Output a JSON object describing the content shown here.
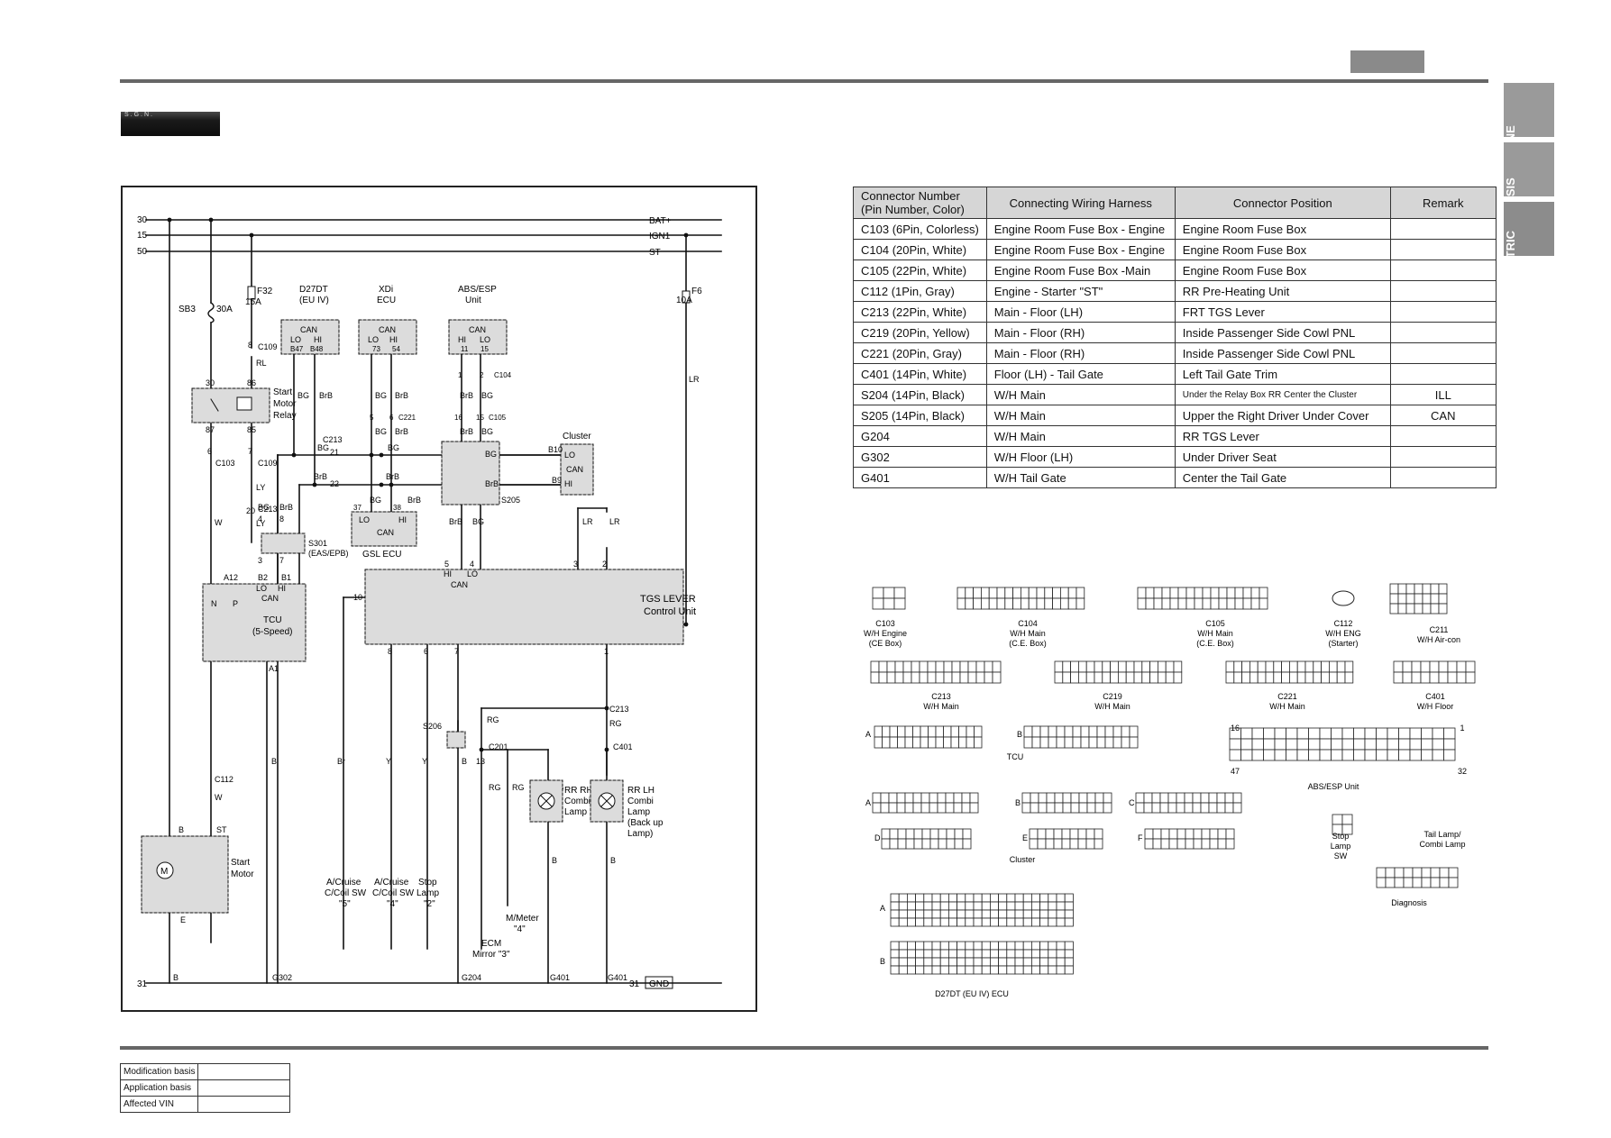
{
  "side_tabs": [
    {
      "label": "ENGINE"
    },
    {
      "label": "CHASSIS"
    },
    {
      "label": "ELECTRIC"
    }
  ],
  "logo_text": "S.G.N.",
  "footer": {
    "rows": [
      {
        "label": "Modification basis",
        "value": ""
      },
      {
        "label": "Application basis",
        "value": ""
      },
      {
        "label": "Affected VIN",
        "value": ""
      }
    ]
  },
  "table": {
    "headers": [
      "Connector Number (Pin Number, Color)",
      "Connecting Wiring Harness",
      "Connector Position",
      "Remark"
    ],
    "rows": [
      [
        "C103 (6Pin, Colorless)",
        "Engine Room Fuse Box - Engine",
        "Engine Room Fuse Box",
        ""
      ],
      [
        "C104 (20Pin, White)",
        "Engine Room Fuse Box - Engine",
        "Engine Room Fuse Box",
        ""
      ],
      [
        "C105 (22Pin, White)",
        "Engine Room Fuse Box -Main",
        "Engine Room Fuse Box",
        ""
      ],
      [
        "C112 (1Pin, Gray)",
        "Engine - Starter \"ST\"",
        "RR Pre-Heating Unit",
        ""
      ],
      [
        "C213 (22Pin, White)",
        "Main - Floor (LH)",
        "FRT TGS Lever",
        ""
      ],
      [
        "C219 (20Pin, Yellow)",
        "Main - Floor (RH)",
        "Inside Passenger Side Cowl PNL",
        ""
      ],
      [
        "C221 (20Pin, Gray)",
        "Main - Floor (RH)",
        "Inside Passenger Side Cowl PNL",
        ""
      ],
      [
        "C401 (14Pin, White)",
        "Floor (LH) - Tail Gate",
        "Left Tail Gate Trim",
        ""
      ],
      [
        "S204 (14Pin, Black)",
        "W/H Main",
        "Under the Relay Box RR Center the Cluster",
        "ILL"
      ],
      [
        "S205 (14Pin, Black)",
        "W/H Main",
        "Upper the Right Driver Under Cover",
        "CAN"
      ],
      [
        "G204",
        "W/H Main",
        "RR TGS Lever",
        ""
      ],
      [
        "G302",
        "W/H Floor (LH)",
        "Under Driver Seat",
        ""
      ],
      [
        "G401",
        "W/H Tail Gate",
        "Center the Tail Gate",
        ""
      ]
    ]
  },
  "diagram": {
    "rails": {
      "r30": "30",
      "r15": "15",
      "r50": "50",
      "bat": "BAT+",
      "ign1": "IGN1",
      "st": "ST",
      "r31": "31",
      "r31b": "31",
      "gnd": "GND"
    },
    "fuses": {
      "sb3": "SB3",
      "sb3a": "30A",
      "f32": "F32",
      "f32a": "15A",
      "f6": "F6",
      "f6a": "10A"
    },
    "ecus": {
      "d27dt_1": "D27DT",
      "d27dt_2": "(EU IV)",
      "xdi_1": "XDi",
      "xdi_2": "ECU",
      "abs_1": "ABS/ESP",
      "abs_2": "Unit",
      "can": "CAN",
      "lo": "LO",
      "hi": "HI",
      "gsl": "GSL ECU",
      "cluster": "Cluster",
      "tcu_1": "TCU",
      "tcu_2": "(5-Speed)",
      "tgs_1": "TGS LEVER",
      "tgs_2": "Control Unit",
      "smr_1": "Start",
      "smr_2": "Motor",
      "smr_3": "Relay",
      "sm_1": "Start",
      "sm_2": "Motor",
      "s301_1": "S301",
      "s301_2": "(EAS/EPB)",
      "s205": "S205",
      "s206": "S206"
    },
    "pins": {
      "b47": "B47",
      "b48": "B48",
      "p73": "73",
      "p54": "54",
      "p11": "11",
      "p15": "15",
      "p1": "1",
      "p2": "2",
      "p16": "16",
      "p15b": "15",
      "p5": "5",
      "p6": "6",
      "p8": "8",
      "p4": "4",
      "p3": "3",
      "p7": "7",
      "p20": "20",
      "p21": "21",
      "p22": "22",
      "p37": "37",
      "p38": "38",
      "b10": "B10",
      "b9": "B9",
      "a12": "A12",
      "b2": "B2",
      "b1": "B1",
      "a1": "A1",
      "p10": "10",
      "p30": "30",
      "p86": "86",
      "p87": "87",
      "p85": "85",
      "n": "N",
      "p": "P",
      "b": "B",
      "st": "ST",
      "e": "E",
      "m": "M",
      "p13": "13",
      "p1b": "1"
    },
    "connectors": {
      "c109": "C109",
      "c103": "C103",
      "c213": "C213",
      "c104": "C104",
      "c105": "C105",
      "c221": "C221",
      "c112": "C112",
      "c201": "C201",
      "c401": "C401"
    },
    "wires": {
      "rl": "RL",
      "ly": "LY",
      "w": "W",
      "bg": "BG",
      "brb": "BrB",
      "lr": "LR",
      "b": "B",
      "br": "Br",
      "y": "Y",
      "rg": "RG"
    },
    "grounds": {
      "g302": "G302",
      "g204": "G204",
      "g401": "G401"
    },
    "loads": {
      "cruise5_1": "A/Cruise",
      "cruise5_2": "C/Coil SW",
      "cruise5_3": "\"5\"",
      "cruise4_1": "A/Cruise",
      "cruise4_2": "C/Coil SW",
      "cruise4_3": "\"4\"",
      "stop_1": "Stop",
      "stop_2": "Lamp",
      "stop_3": "\"2\"",
      "ecm_1": "ECM",
      "ecm_2": "Mirror \"3\"",
      "meter_1": "M/Meter",
      "meter_2": "\"4\"",
      "rrrh_1": "RR RH",
      "rrrh_2": "Combi",
      "rrrh_3": "Lamp",
      "rrlh_1": "RR LH",
      "rrlh_2": "Combi",
      "rrlh_3": "Lamp",
      "rrlh_4": "(Back up",
      "rrlh_5": "Lamp)"
    }
  },
  "connector_views": {
    "c103_1": "C103",
    "c103_2": "W/H Engine",
    "c103_3": "(CE Box)",
    "c104_1": "C104",
    "c104_2": "W/H Main",
    "c104_3": "(C.E. Box)",
    "c105_1": "C105",
    "c105_2": "W/H Main",
    "c105_3": "(C.E. Box)",
    "c112_1": "C112",
    "c112_2": "W/H ENG",
    "c112_3": "(Starter)",
    "c211_1": "C211",
    "c211_2": "W/H Air-con",
    "c213_1": "C213",
    "c213_2": "W/H Main",
    "c219_1": "C219",
    "c219_2": "W/H Main",
    "c221_1": "C221",
    "c221_2": "W/H Main",
    "c401_1": "C401",
    "c401_2": "W/H Floor",
    "tcu": "TCU",
    "tcu_a": "A",
    "tcu_b": "B",
    "abs": "ABS/ESP Unit",
    "abs_16": "16",
    "abs_1": "1",
    "abs_47": "47",
    "abs_32": "32",
    "cluster": "Cluster",
    "cl_a": "A",
    "cl_b": "B",
    "cl_c": "C",
    "cl_d": "D",
    "cl_e": "E",
    "cl_f": "F",
    "stop_1": "Stop",
    "stop_2": "Lamp",
    "stop_3": "SW",
    "tail_1": "Tail Lamp/",
    "tail_2": "Combi Lamp",
    "diag": "Diagnosis",
    "ecu": "D27DT (EU IV) ECU",
    "ecu_a": "A",
    "ecu_b": "B"
  }
}
